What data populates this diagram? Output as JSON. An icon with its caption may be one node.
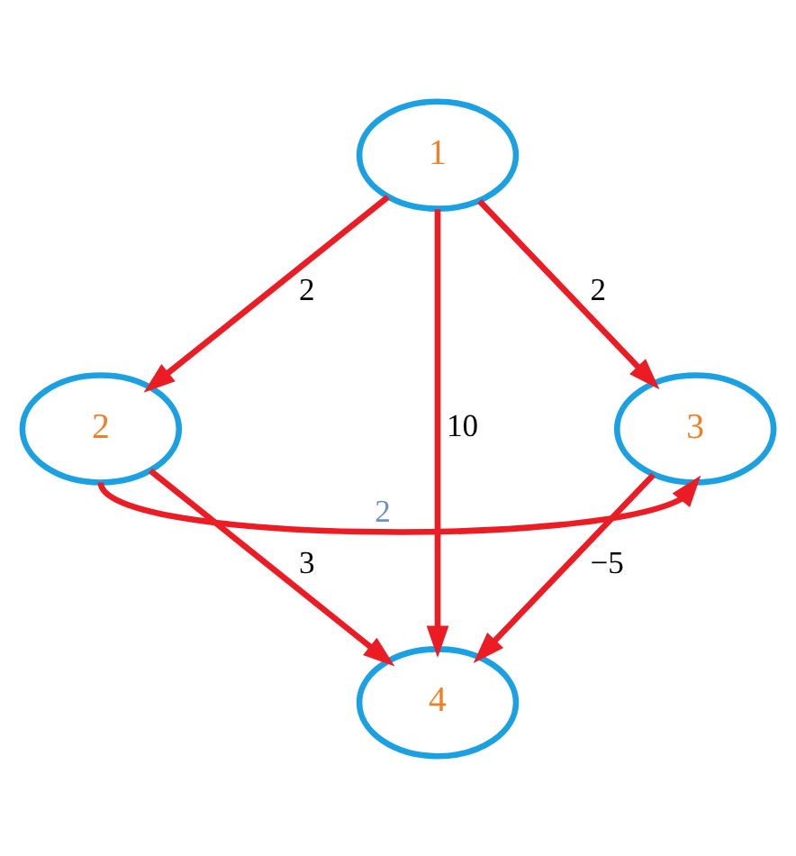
{
  "diagram": {
    "nodes": [
      {
        "text": [
          "1"
        ]
      },
      {
        "text": [
          "2"
        ]
      },
      {
        "text": [
          "3"
        ]
      },
      {
        "text": [
          "4"
        ]
      }
    ],
    "edges": [
      {
        "from": 0,
        "to": 1,
        "arrow": "to",
        "label": "2"
      },
      {
        "from": 0,
        "to": 3,
        "arrow": "to",
        "label": "10"
      },
      {
        "from": 0,
        "to": 2,
        "arrow": "to",
        "label": "2"
      },
      {
        "from": 1,
        "to": 3,
        "arrow": "to",
        "label": "3"
      },
      {
        "from": 2,
        "to": 3,
        "arrow": "to",
        "label": "−5"
      },
      {
        "from": 1,
        "to": 2,
        "arrow": "to",
        "label": "2"
      }
    ]
  }
}
